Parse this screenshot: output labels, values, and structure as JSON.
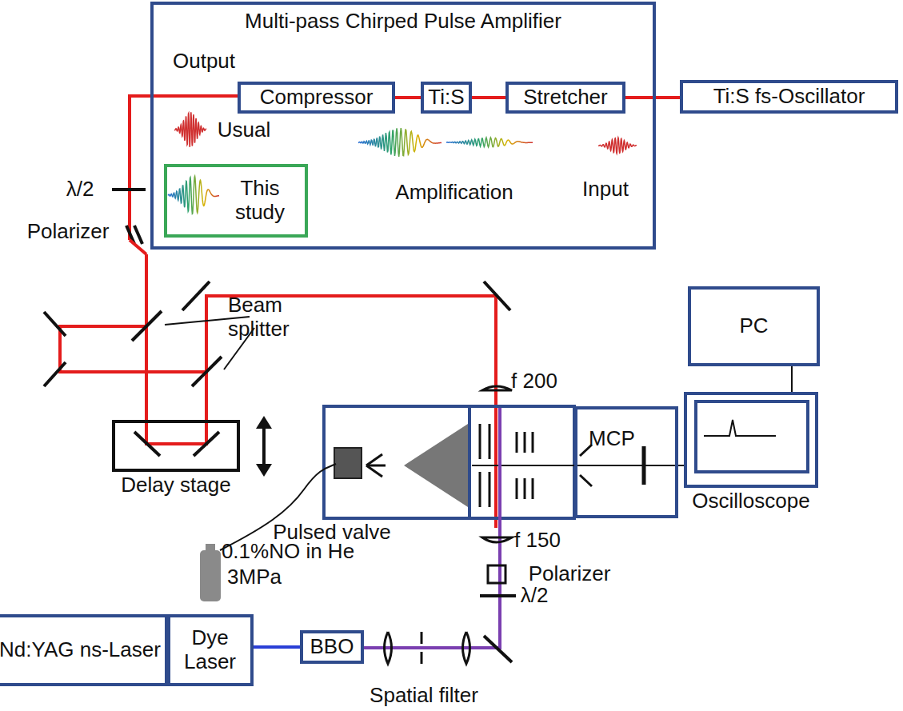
{
  "diagram": {
    "nodes": [
      {
        "text": [
          "Multi-pass Chirped Pulse Amplifier"
        ]
      },
      {
        "text": [
          "Compressor"
        ],
        "in": 0
      },
      {
        "text": [
          "Ti:S"
        ],
        "in": 0
      },
      {
        "text": [
          "Stretcher"
        ],
        "in": 0
      },
      {
        "text": [
          "This study"
        ],
        "in": 0
      },
      {
        "text": [
          "Ti:S fs-Oscillator"
        ]
      },
      {
        "text": [
          "Delay stage"
        ]
      },
      {
        "text": [
          "PC"
        ]
      },
      {
        "text": [
          "Oscilloscope"
        ]
      },
      {
        "text": [
          "Nd:YAG ns-Laser"
        ]
      },
      {
        "text": [
          "Dye Laser"
        ]
      },
      {
        "text": [
          "BBO"
        ]
      },
      {
        "text": [
          "MCP"
        ]
      }
    ],
    "edges": [
      {
        "from": 5,
        "to": 3,
        "arrow": "none"
      },
      {
        "from": 3,
        "to": 2,
        "arrow": "none"
      },
      {
        "from": 2,
        "to": 1,
        "arrow": "none"
      },
      {
        "from": 9,
        "to": 10,
        "arrow": "none"
      },
      {
        "from": 10,
        "to": 11,
        "arrow": "none"
      },
      {
        "from": 7,
        "to": 8,
        "arrow": "none"
      },
      {
        "from": 12,
        "to": 8,
        "arrow": "none"
      }
    ],
    "labels": [
      "Output",
      "Usual",
      "Amplification",
      "Input",
      "λ/2",
      "Polarizer",
      "Beam splitter",
      "f 200",
      "f 150",
      "Polarizer",
      "λ/2",
      "Pulsed valve",
      "0.1%NO in He",
      "3MPa",
      "Spatial filter"
    ]
  }
}
